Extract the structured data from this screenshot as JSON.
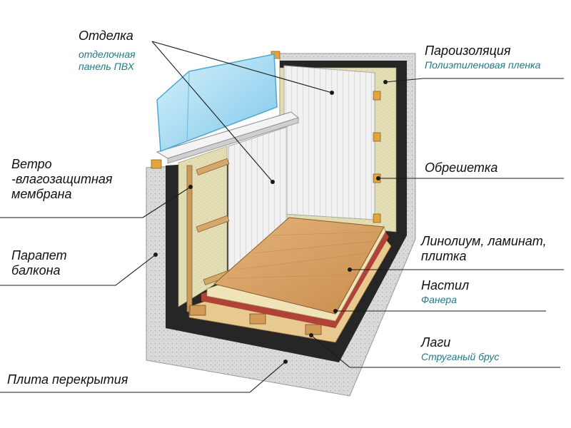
{
  "labels": {
    "otdelka": {
      "title": "Отделка",
      "subtitle_line1": "отделочная",
      "subtitle_line2": "панель ПВХ"
    },
    "membrane": {
      "line1": "Ветро",
      "line2": "-влагозащитная",
      "line3": "мембрана"
    },
    "parapet": {
      "line1": "Парапет",
      "line2": "балкона"
    },
    "plita": {
      "title": "Плита перекрытия"
    },
    "paroizolyaciya": {
      "title": "Пароизоляция",
      "subtitle": "Полиэтиленовая пленка"
    },
    "obreshetka": {
      "title": "Обрешетка"
    },
    "linoleum": {
      "line1": "Линолиум, ламинат,",
      "line2": "плитка"
    },
    "nastil": {
      "title": "Настил",
      "subtitle": "Фанера"
    },
    "lagi": {
      "title": "Лаги",
      "subtitle": "Струганый брус"
    }
  },
  "colors": {
    "concrete": "#d8d8d8",
    "membrane": "#222222",
    "insulation": "#e3ddb4",
    "pvc": "#eeeeee",
    "wood": "#d9a56a",
    "plywood": "#efe2b8",
    "glass": "#9fd8f2",
    "label_sub": "#1e7a86"
  }
}
